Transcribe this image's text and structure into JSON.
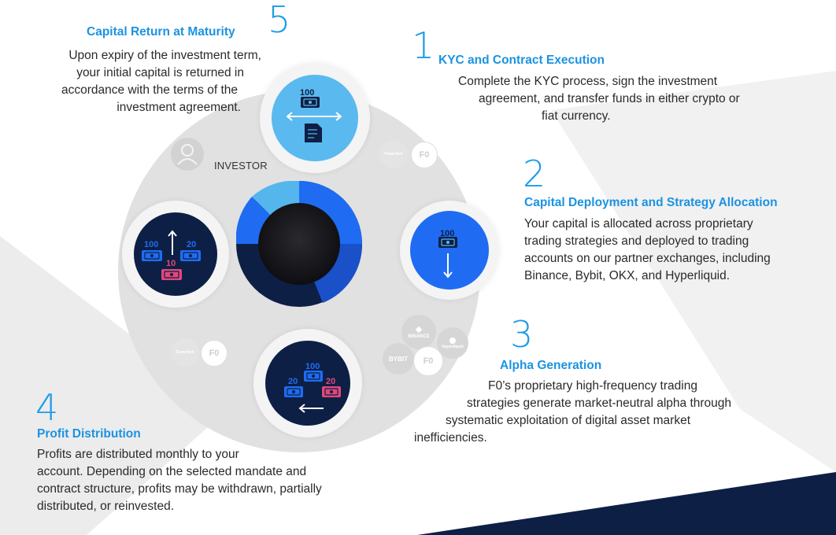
{
  "colors": {
    "accent": "#1e9be8",
    "title": "#1a93e2",
    "dark_navy": "#0e1f45",
    "bright_blue": "#1f6cf3",
    "light_blue": "#54b6ec",
    "pink": "#e0487a"
  },
  "step1": {
    "number": "1",
    "title": "KYC and Contract Execution",
    "lines": [
      "Complete the KYC process, sign the investment",
      "agreement, and transfer funds in either crypto or",
      "fiat currency."
    ]
  },
  "step2": {
    "number": "2",
    "title": "Capital Deployment and Strategy Allocation",
    "lines": [
      "Your capital is allocated across proprietary",
      "trading strategies and deployed to trading",
      "accounts on our partner exchanges, including",
      "Binance, Bybit, OKX, and Hyperliquid."
    ]
  },
  "step3": {
    "number": "3",
    "title": "Alpha Generation",
    "lines": [
      "F0’s proprietary high-frequency trading",
      "strategies generate market-neutral alpha through",
      "systematic exploitation of digital asset market",
      "inefficiencies."
    ]
  },
  "step4": {
    "number": "4",
    "title": "Profit Distribution",
    "lines": [
      "Profits are distributed monthly to your",
      "account. Depending on the selected mandate and",
      "contract structure, profits may be withdrawn, partially",
      "distributed, or reinvested."
    ]
  },
  "step5": {
    "number": "5",
    "title": "Capital Return at Maturity",
    "lines": [
      "Upon expiry of the investment term,",
      "your initial capital is returned in",
      "accordance with the terms of the",
      "investment agreement."
    ]
  },
  "diagram": {
    "investor_label": "INVESTOR",
    "bill_top": "100",
    "bill_right": "100",
    "bill_left_a": "100",
    "bill_left_b": "20",
    "bill_left_c": "10",
    "bill_bottom_a": "100",
    "bill_bottom_b": "20",
    "bill_bottom_c": "20",
    "logo_towerfork": "Towerfork",
    "logo_f0": "F0",
    "logo_binance": "BINANCE",
    "logo_bybit": "BYBIT",
    "logo_hyperliquid": "Hyperliquid"
  }
}
